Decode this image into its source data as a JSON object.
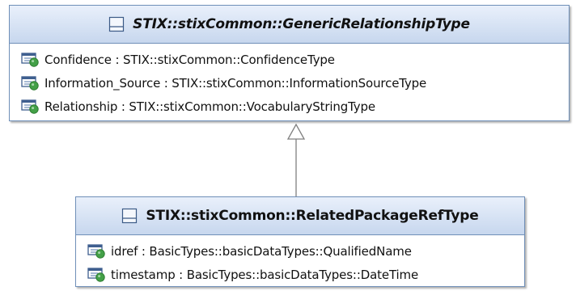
{
  "diagram": {
    "parent_class": {
      "name": "STIX::stixCommon::GenericRelationshipType",
      "attributes": [
        {
          "text": "Confidence : STIX::stixCommon::ConfidenceType",
          "icon": "attribute-icon"
        },
        {
          "text": "Information_Source : STIX::stixCommon::InformationSourceType",
          "icon": "attribute-icon"
        },
        {
          "text": "Relationship : STIX::stixCommon::VocabularyStringType",
          "icon": "attribute-icon"
        }
      ]
    },
    "child_class": {
      "name": "STIX::stixCommon::RelatedPackageRefType",
      "attributes": [
        {
          "text": "idref : BasicTypes::basicDataTypes::QualifiedName",
          "icon": "attribute-icon"
        },
        {
          "text": "timestamp : BasicTypes::basicDataTypes::DateTime",
          "icon": "attribute-icon"
        }
      ]
    },
    "relationship": "generalization",
    "colors": {
      "class_border": "#6f8fb8",
      "header_gradient_top": "#e9f0fb",
      "header_gradient_bottom": "#c7d7ee",
      "connector": "#808080",
      "attribute_icon_green": "#43a047"
    }
  }
}
